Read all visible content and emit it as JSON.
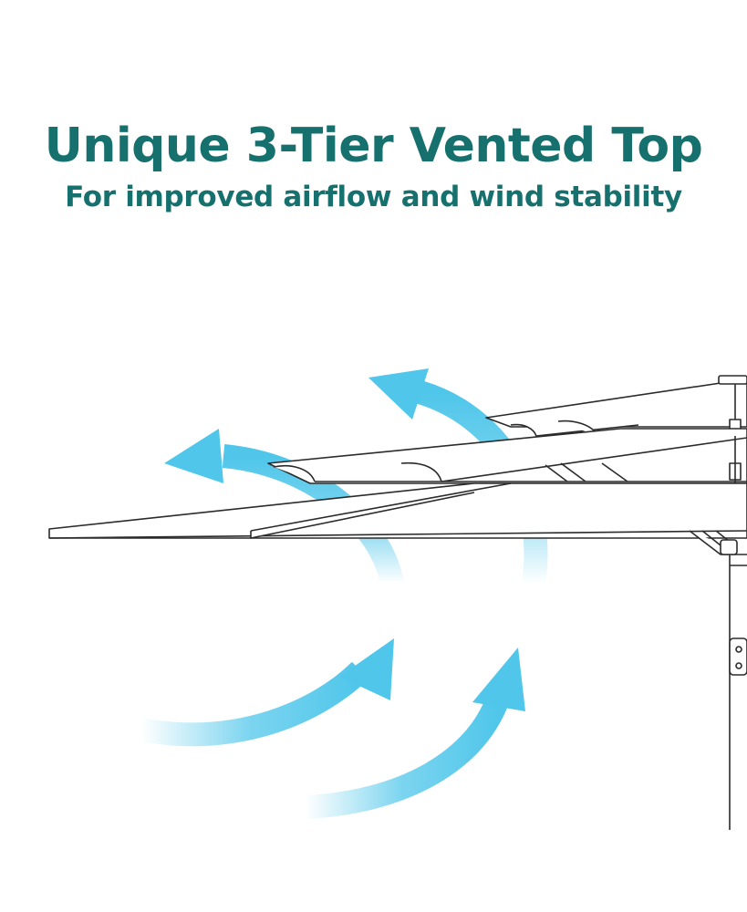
{
  "heading": {
    "title": "Unique 3-Tier Vented Top",
    "subtitle": "For improved airflow and wind stability"
  },
  "colors": {
    "headline": "#16706e",
    "airflow_arrow": "#4fc6ea",
    "line_art": "#2b2b2b"
  },
  "illustration": {
    "subject": "umbrella-canopy",
    "tiers": 3,
    "airflow_arrows": 4
  }
}
